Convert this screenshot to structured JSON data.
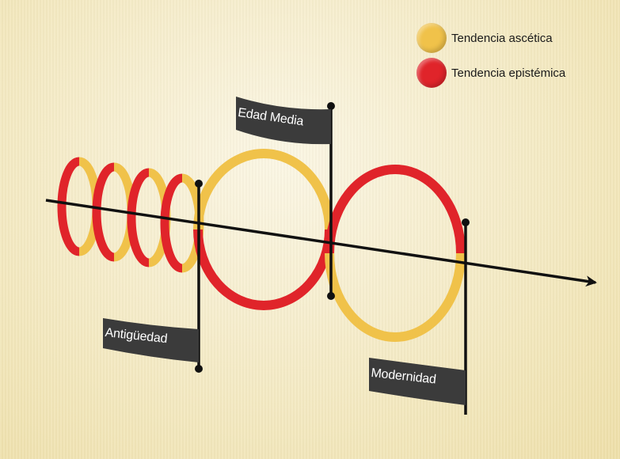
{
  "legend": {
    "items": [
      {
        "label": "Tendencia ascética",
        "color": "#f0c24a"
      },
      {
        "label": "Tendencia epistémica",
        "color": "#e0242a"
      }
    ]
  },
  "flags": {
    "edad_media": "Edad Media",
    "antiguedad": "Antigüedad",
    "modernidad": "Modernidad"
  },
  "colors": {
    "ascetic": "#f0c24a",
    "epistemic": "#e0242a",
    "flag": "#3b3b3b",
    "axis": "#111111"
  }
}
